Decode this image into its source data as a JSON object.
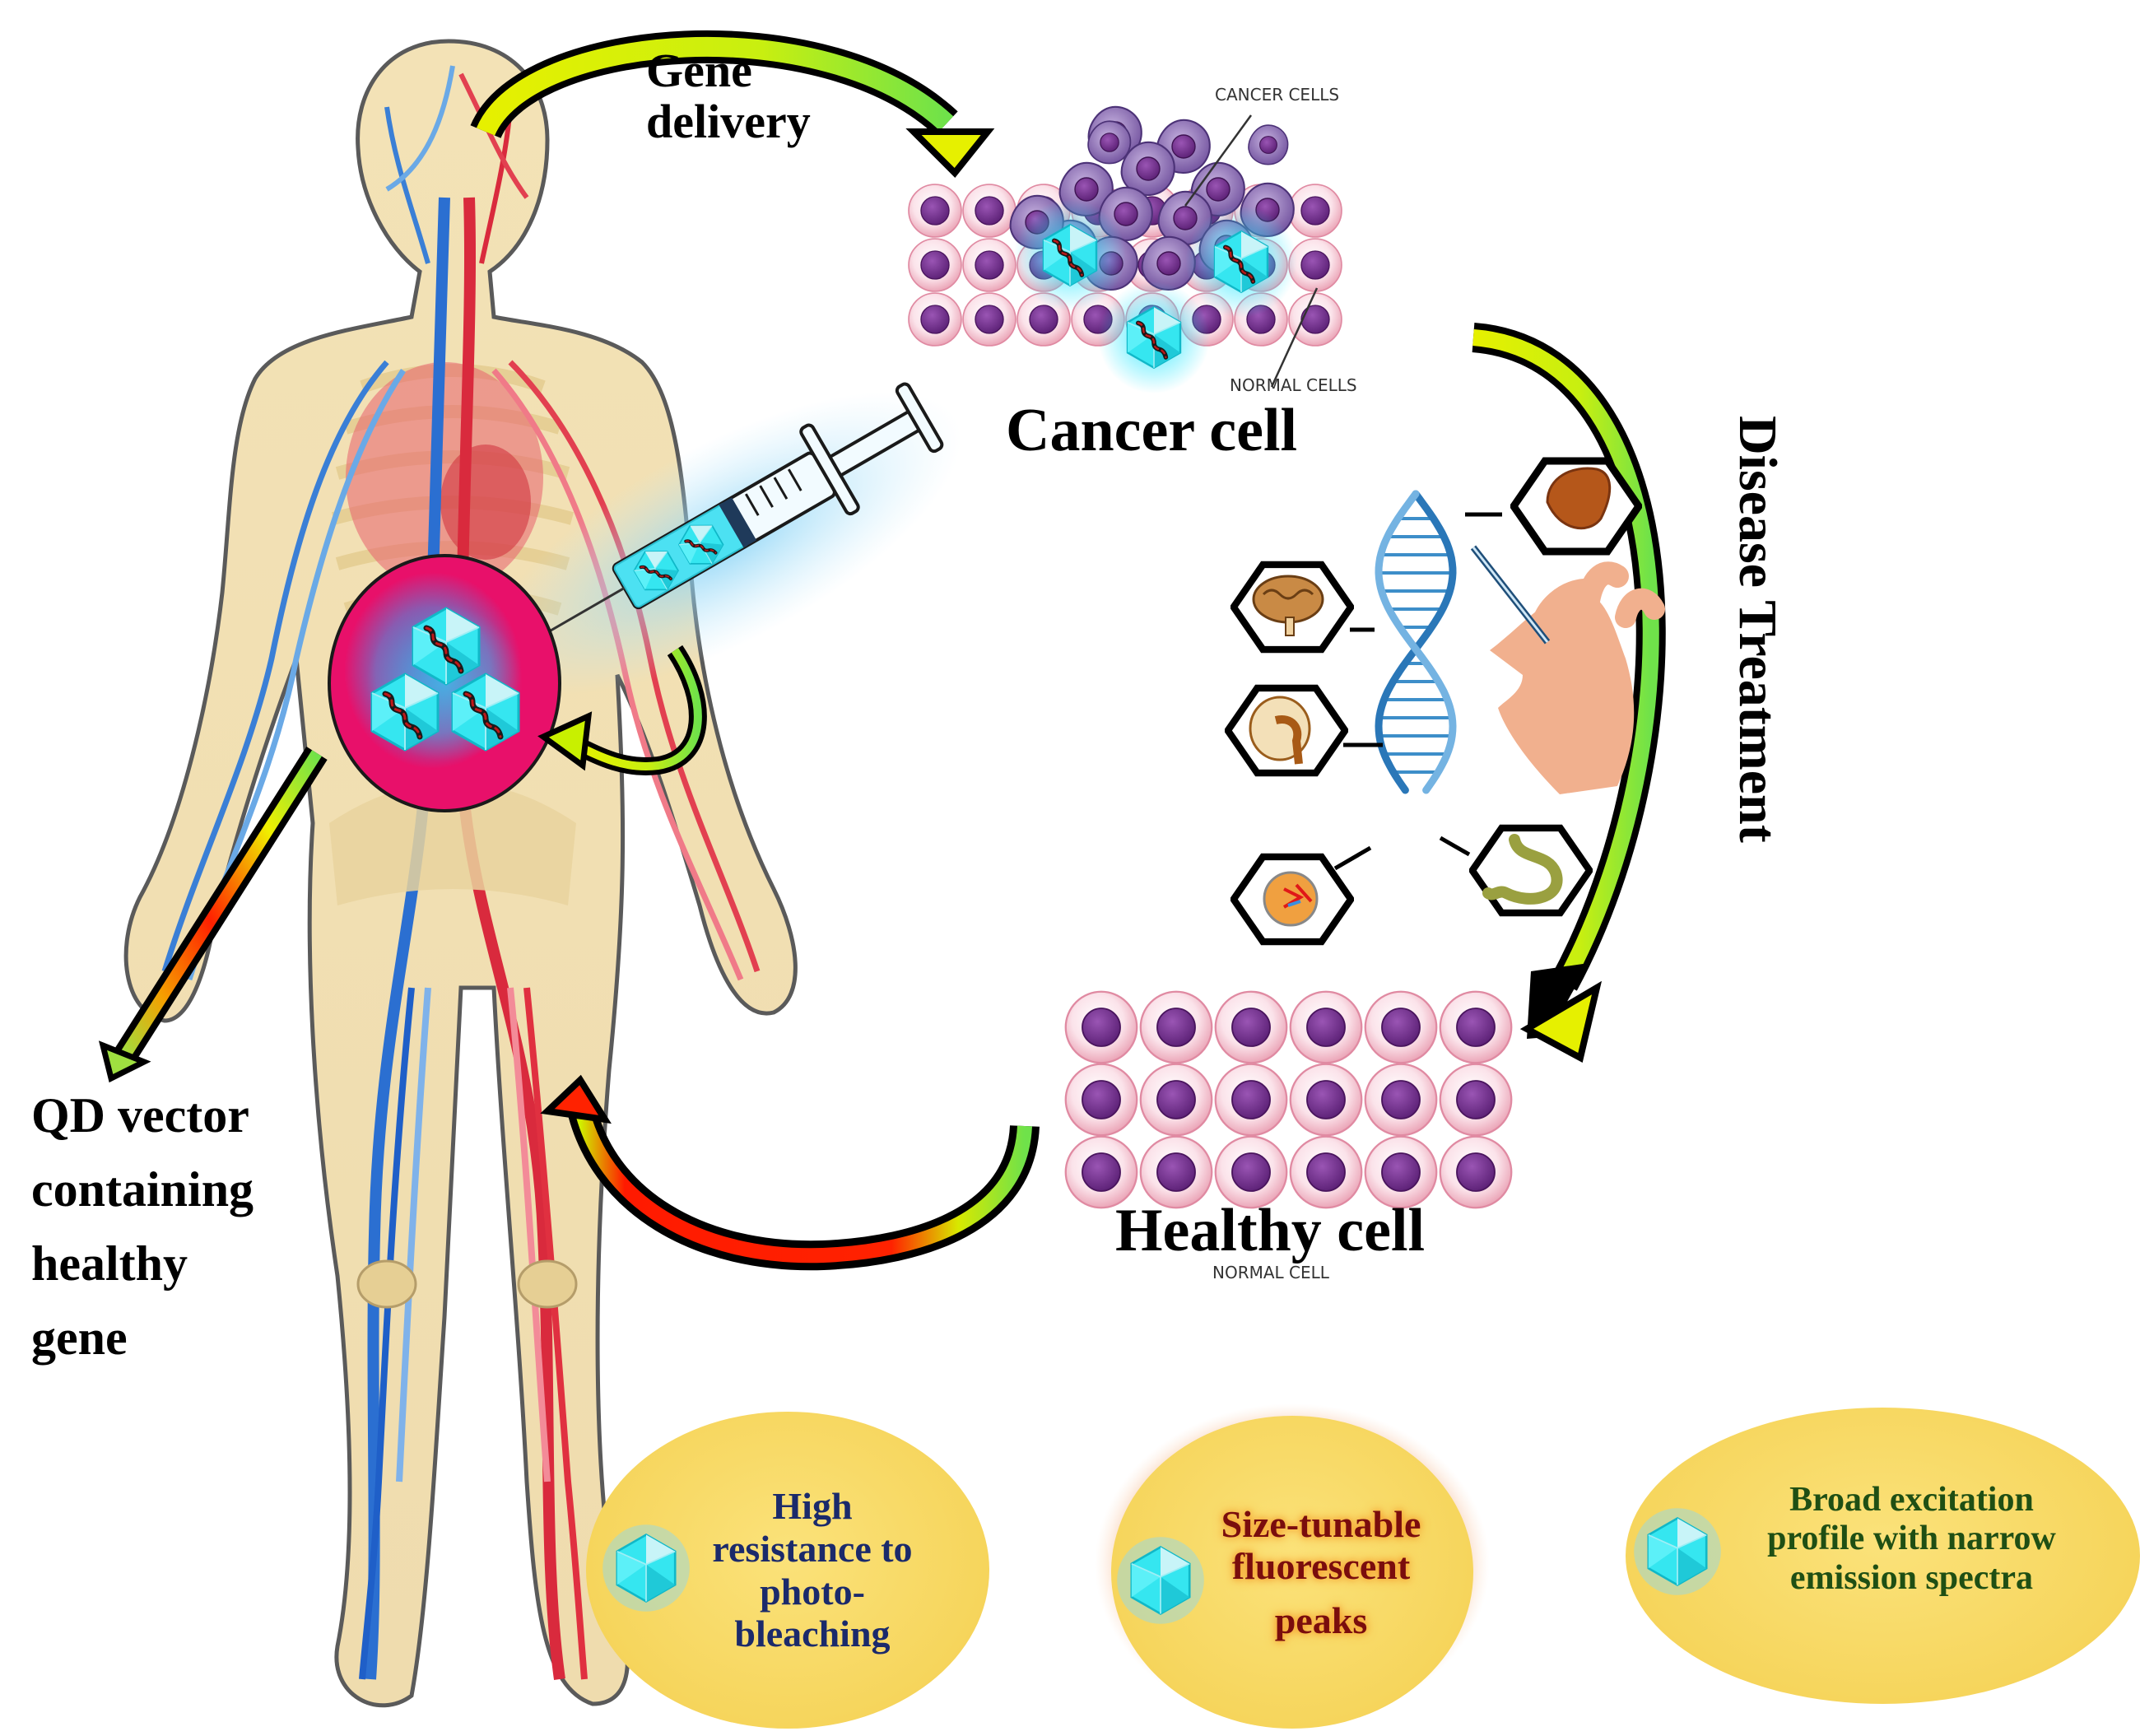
{
  "labels": {
    "gene_delivery": [
      "Gene",
      "delivery"
    ],
    "cancer_cell": "Cancer cell",
    "cancer_cells_annotation": "CANCER CELLS",
    "normal_cells_annotation": "NORMAL CELLS",
    "disease_treatment": "Disease Treatment",
    "healthy_cell": "Healthy cell",
    "normal_cell_annotation": "NORMAL CELL",
    "qd_vector": [
      "QD vector",
      "containing",
      "healthy",
      "gene"
    ]
  },
  "features": [
    {
      "lines": [
        "High",
        "resistance to",
        "photo-",
        "bleaching"
      ],
      "color": "#1b2a6b"
    },
    {
      "lines": [
        "Size-tunable",
        "fluorescent",
        "peaks"
      ],
      "color": "#7a0d0d"
    },
    {
      "lines": [
        "Broad excitation",
        "profile with narrow",
        "emission spectra"
      ],
      "color": "#1f4f14"
    }
  ],
  "organs": [
    "liver",
    "brain",
    "kidney",
    "eye",
    "stomach"
  ],
  "colors": {
    "qd_cyan": "#35e6f0",
    "injection_circle": "#e8106a",
    "cell_membrane": "#f4c4d2",
    "cell_nucleus": "#6a2a86",
    "cancer_cell": "#8c6bb4",
    "dna_blue": "#3d8ec9",
    "arrow_yellow": "#e6f000",
    "arrow_green": "#6fe24a",
    "arrow_red": "#ff1a00",
    "feature_oval": "#f6d55c"
  }
}
